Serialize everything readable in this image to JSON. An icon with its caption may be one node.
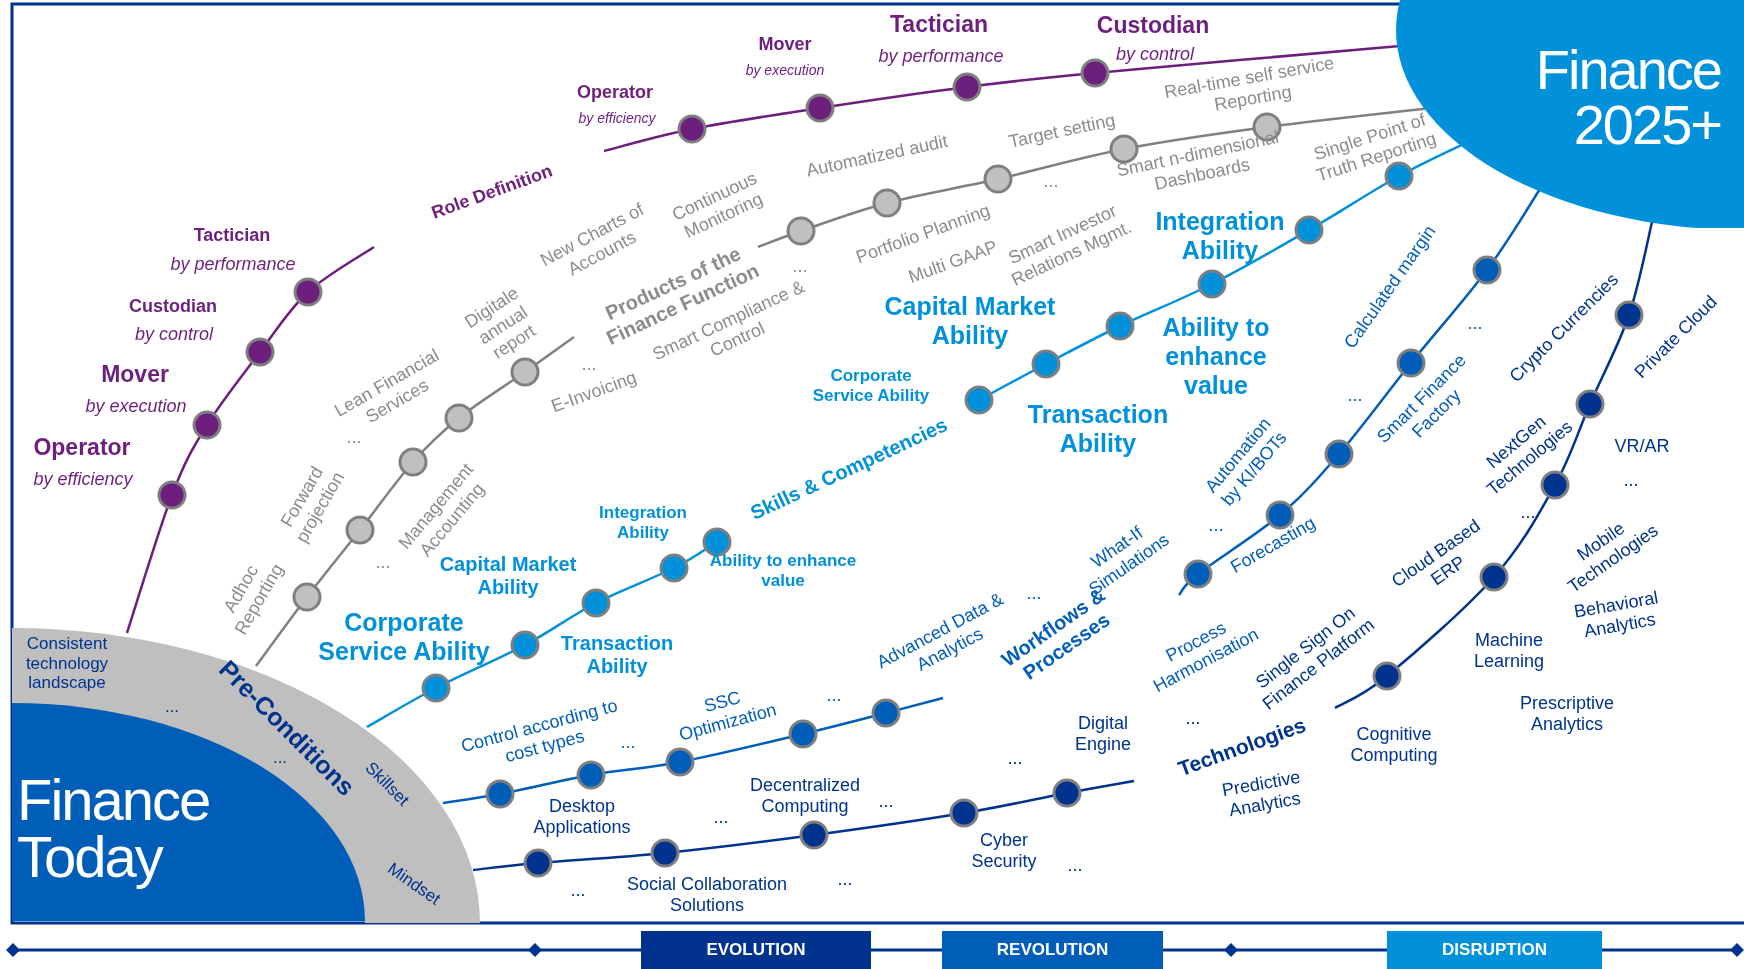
{
  "diagram": {
    "nodes": [
      {
        "text": [
          "Finance 2025+"
        ]
      },
      {
        "text": [
          "Consistent technology landscape",
          "...",
          "...",
          "Pre-Conditions",
          "Skillset",
          "Mindset"
        ]
      },
      {
        "text": [
          "Finance Today"
        ]
      },
      {
        "text": [
          "EVOLUTION"
        ]
      },
      {
        "text": [
          "REVOLUTION"
        ]
      },
      {
        "text": [
          "DISRUPTION"
        ]
      }
    ],
    "labels": [
      "Operator",
      "by efficiency",
      "Mover",
      "by execution",
      "Tactician",
      "by performance",
      "Custodian",
      "by control",
      "Role Definition",
      "Tactician",
      "by performance",
      "Custodian",
      "by control",
      "Mover",
      "by execution",
      "Operator",
      "by efficiency",
      "Real-time self service Reporting",
      "Target setting",
      "Automatized audit",
      "Single Point of Truth Reporting",
      "Smart n-dimensional Dashboards",
      "...",
      "Continuous Monitoring",
      "New Charts of Accounts",
      "Portfolio Planning",
      "Multi GAAP",
      "Smart Investor Relations Mgmt.",
      "...",
      "Products of the Finance Function",
      "Digitale annual report",
      "Smart Compliance & Control",
      "...",
      "Lean Financial Services",
      "E-Invoicing",
      "...",
      "Forward projection",
      "Management Accounting",
      "...",
      "Adhoc Reporting",
      "Integration Ability",
      "Capital Market Ability",
      "Ability to enhance value",
      "Corporate Service Ability",
      "Transaction Ability",
      "Skills & Competencies",
      "Integration Ability",
      "Ability to enhance value",
      "Capital Market Ability",
      "Corporate Service Ability",
      "Transaction Ability",
      "Calculated margin",
      "...",
      "...",
      "Smart Finance Factory",
      "Automation by KI/BOTs",
      "...",
      "Forecasting",
      "What-If Simulations",
      "...",
      "Workflows & Processes",
      "Advanced Data & Analytics",
      "Process Harmonisation",
      "SSC Optimization",
      "...",
      "Control according to cost types",
      "...",
      "Desktop Applications",
      "Crypto Currencies",
      "Private Cloud",
      "NextGen Technologies",
      "VR/AR",
      "...",
      "...",
      "Mobile Technologies",
      "Cloud Based ERP",
      "Behavioral Analytics",
      "Machine Learning",
      "Single Sign On Finance Platform",
      "Prescriptive Analytics",
      "...",
      "Digital Engine",
      "Cognitive Computing",
      "Technologies",
      "...",
      "Predictive Analytics",
      "Decentralized Computing",
      "...",
      "...",
      "Cyber Security",
      "...",
      "...",
      "...",
      "Social Collaboration Solutions"
    ]
  }
}
